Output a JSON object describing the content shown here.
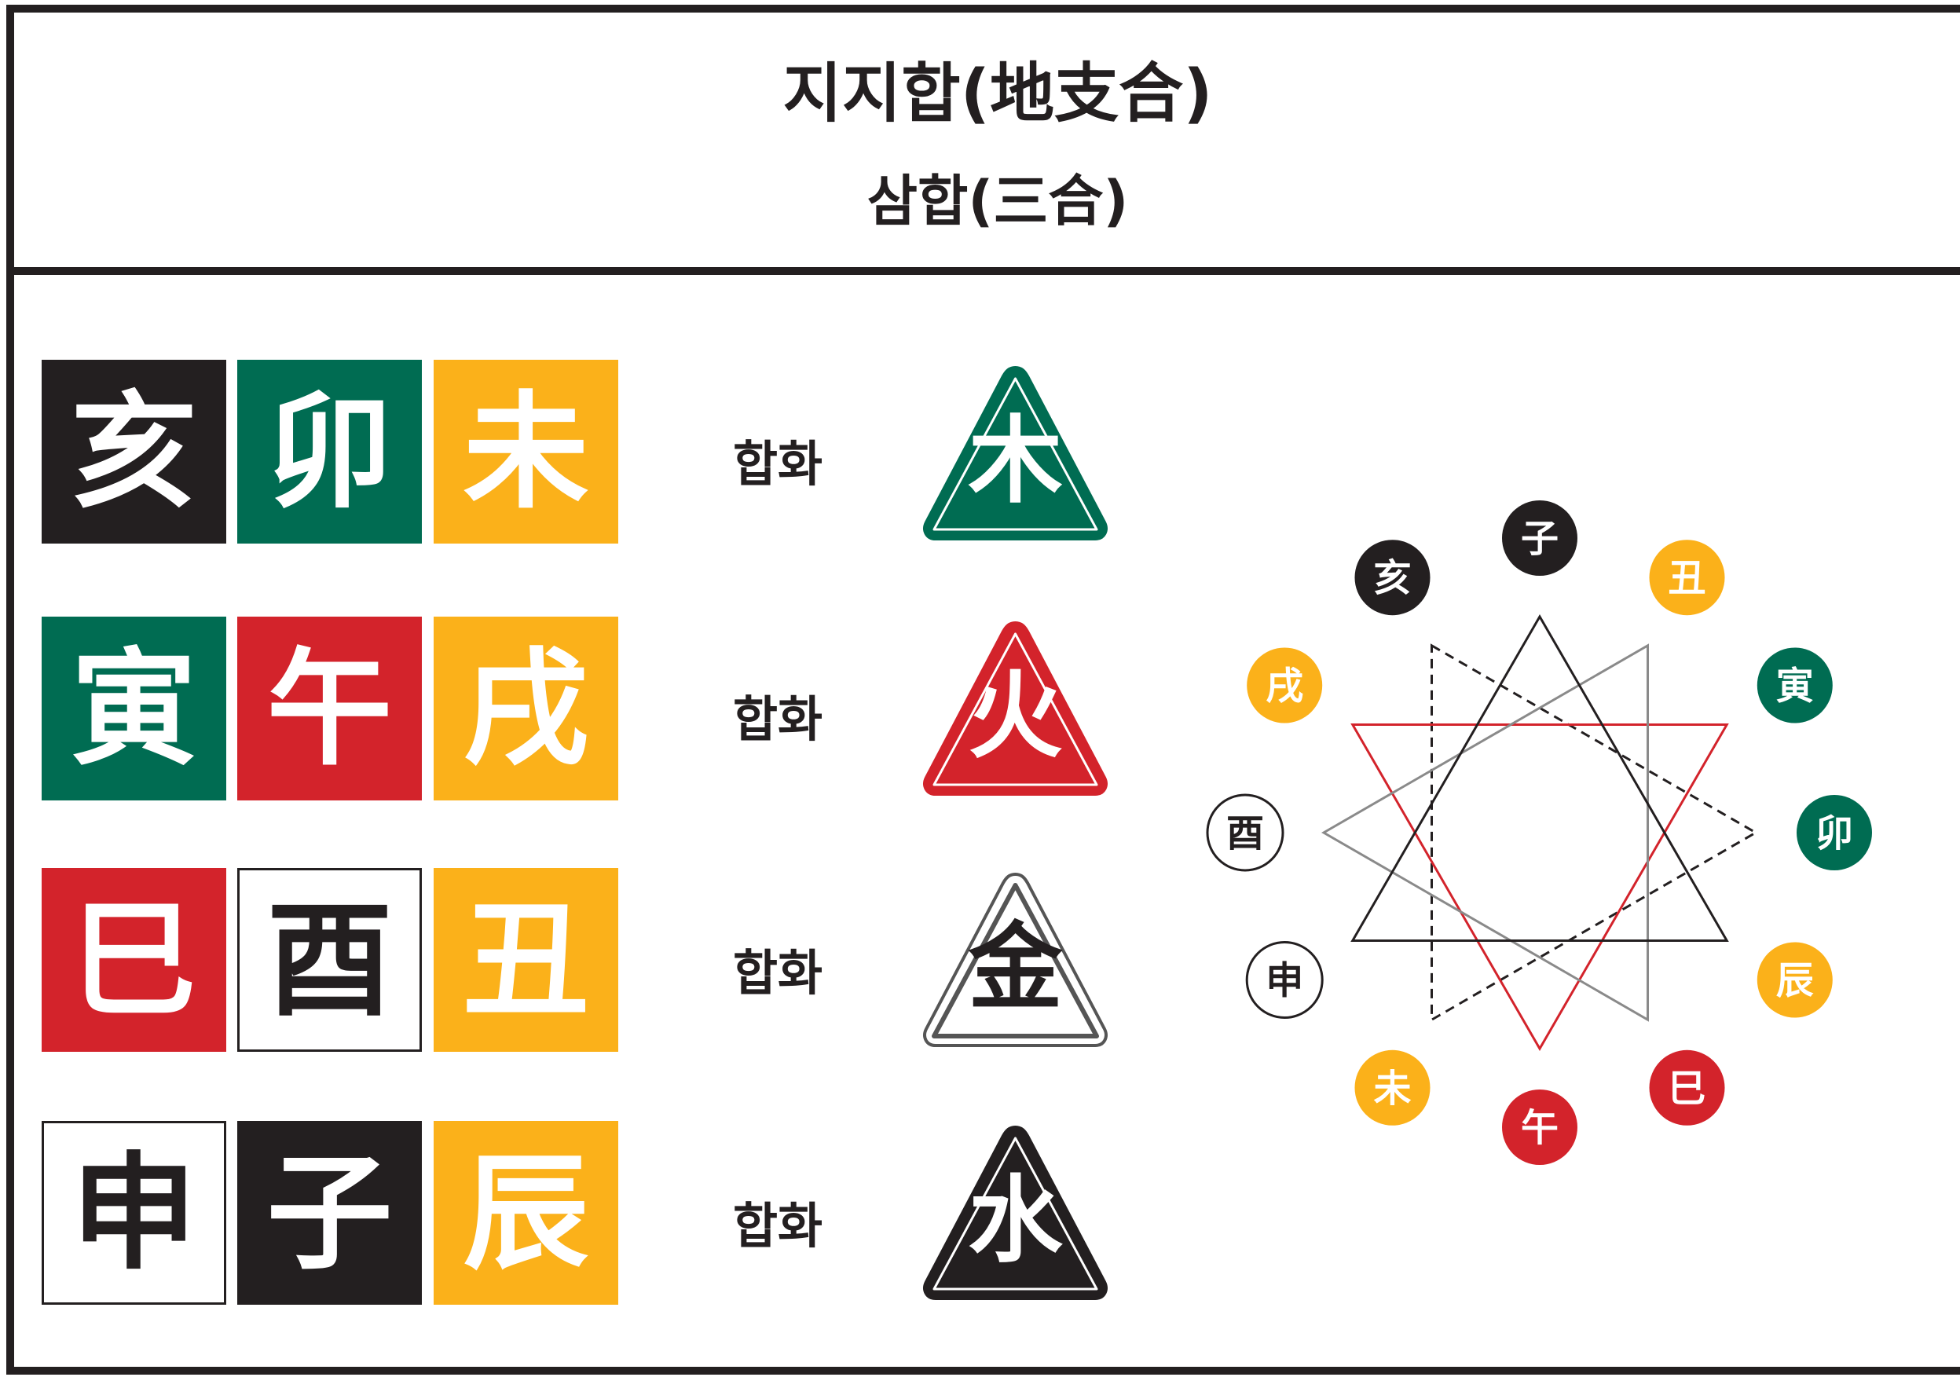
{
  "header": {
    "title": "지지합(地支合)",
    "subtitle": "삼합(三合)"
  },
  "colors": {
    "black": "#231f20",
    "green": "#006c52",
    "yellow": "#fbb11a",
    "red": "#d3232b",
    "white": "#ffffff"
  },
  "rows": [
    {
      "branches": [
        {
          "char": "亥",
          "color": "black"
        },
        {
          "char": "卯",
          "color": "green"
        },
        {
          "char": "未",
          "color": "yellow"
        }
      ],
      "label": "합화",
      "element": {
        "char": "木",
        "color": "green"
      }
    },
    {
      "branches": [
        {
          "char": "寅",
          "color": "green"
        },
        {
          "char": "午",
          "color": "red"
        },
        {
          "char": "戌",
          "color": "yellow"
        }
      ],
      "label": "합화",
      "element": {
        "char": "火",
        "color": "red"
      }
    },
    {
      "branches": [
        {
          "char": "巳",
          "color": "red"
        },
        {
          "char": "酉",
          "color": "white"
        },
        {
          "char": "丑",
          "color": "yellow"
        }
      ],
      "label": "합화",
      "element": {
        "char": "金",
        "color": "white"
      }
    },
    {
      "branches": [
        {
          "char": "申",
          "color": "white"
        },
        {
          "char": "子",
          "color": "black"
        },
        {
          "char": "辰",
          "color": "yellow"
        }
      ],
      "label": "합화",
      "element": {
        "char": "水",
        "color": "black"
      }
    }
  ],
  "wheel": [
    {
      "char": "子",
      "color": "black"
    },
    {
      "char": "丑",
      "color": "yellow"
    },
    {
      "char": "寅",
      "color": "green"
    },
    {
      "char": "卯",
      "color": "green"
    },
    {
      "char": "辰",
      "color": "yellow"
    },
    {
      "char": "巳",
      "color": "red"
    },
    {
      "char": "午",
      "color": "red"
    },
    {
      "char": "未",
      "color": "yellow"
    },
    {
      "char": "申",
      "color": "white"
    },
    {
      "char": "酉",
      "color": "white"
    },
    {
      "char": "戌",
      "color": "yellow"
    },
    {
      "char": "亥",
      "color": "black"
    }
  ],
  "triangles": [
    {
      "element": "木",
      "vertices": [
        "亥",
        "卯",
        "未"
      ],
      "line_color": "#231f20",
      "dashed": true
    },
    {
      "element": "火",
      "vertices": [
        "寅",
        "午",
        "戌"
      ],
      "line_color": "#d3232b",
      "dashed": false
    },
    {
      "element": "金",
      "vertices": [
        "巳",
        "酉",
        "丑"
      ],
      "line_color": "#8a8a8a",
      "dashed": false
    },
    {
      "element": "水",
      "vertices": [
        "申",
        "子",
        "辰"
      ],
      "line_color": "#231f20",
      "dashed": false
    }
  ]
}
